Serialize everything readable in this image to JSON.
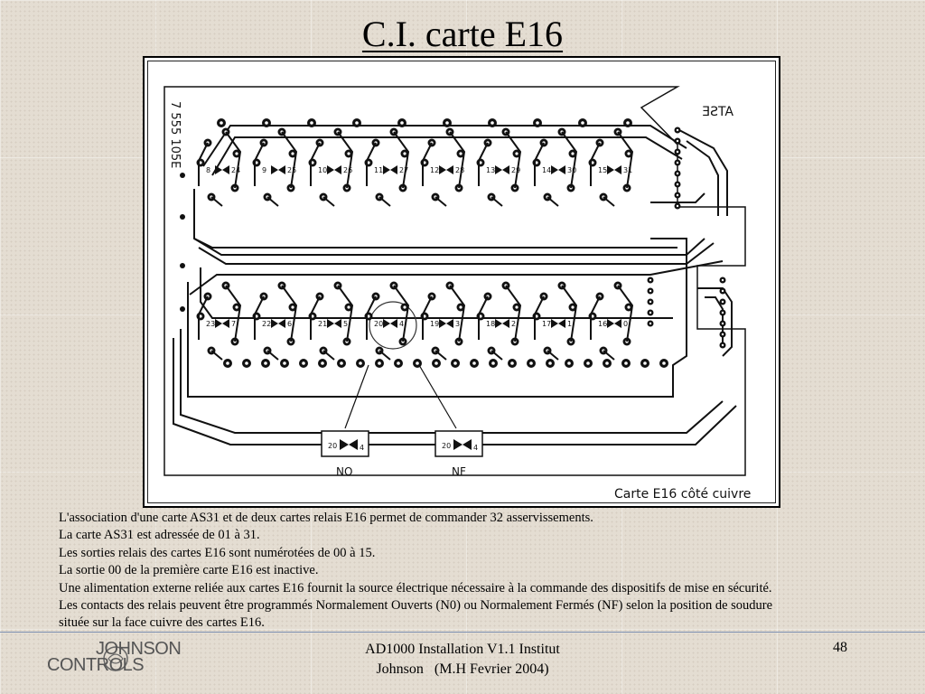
{
  "slide": {
    "title": "C.I. carte E16"
  },
  "figure": {
    "board_ref": "7 555 105E",
    "mirrored_mark": "ATSE",
    "caption": "Carte E16 côté cuivre",
    "relays_top": [
      {
        "a": "8",
        "b": "24"
      },
      {
        "a": "9",
        "b": "25"
      },
      {
        "a": "10",
        "b": "26"
      },
      {
        "a": "11",
        "b": "27"
      },
      {
        "a": "12",
        "b": "28"
      },
      {
        "a": "13",
        "b": "29"
      },
      {
        "a": "14",
        "b": "30"
      },
      {
        "a": "15",
        "b": "31"
      }
    ],
    "relays_bottom": [
      {
        "a": "23",
        "b": "7"
      },
      {
        "a": "22",
        "b": "6"
      },
      {
        "a": "21",
        "b": "5"
      },
      {
        "a": "20",
        "b": "4"
      },
      {
        "a": "19",
        "b": "3"
      },
      {
        "a": "18",
        "b": "2"
      },
      {
        "a": "17",
        "b": "1"
      },
      {
        "a": "16",
        "b": "0"
      }
    ],
    "detail_no": {
      "a": "20",
      "b": "4",
      "label": "NO"
    },
    "detail_nf": {
      "a": "20",
      "b": "4",
      "label": "NF"
    }
  },
  "body": {
    "lines": [
      "L'association d'une carte AS31 et de deux cartes relais E16 permet de commander 32 asservissements.",
      "La carte AS31 est adressée de 01 à 31.",
      "Les sorties relais des cartes E16 sont numérotées de 00 à 15.",
      "La sortie 00 de la première carte E16 est inactive.",
      "Une alimentation externe reliée aux cartes E16 fournit la source électrique nécessaire à la commande des dispositifs de mise en sécurité.",
      "Les contacts des relais peuvent être programmés Normalement Ouverts (N0) ou Normalement Fermés (NF) selon la position de soudure",
      "située sur la face cuivre des cartes E16."
    ]
  },
  "footer": {
    "line1": "AD1000 Installation V1.1 Institut",
    "line2": "Johnson   (M.H Fevrier 2004)",
    "page_number": "48"
  },
  "logo": {
    "line1": "JOHNSON",
    "line2": "CONTROLS"
  }
}
